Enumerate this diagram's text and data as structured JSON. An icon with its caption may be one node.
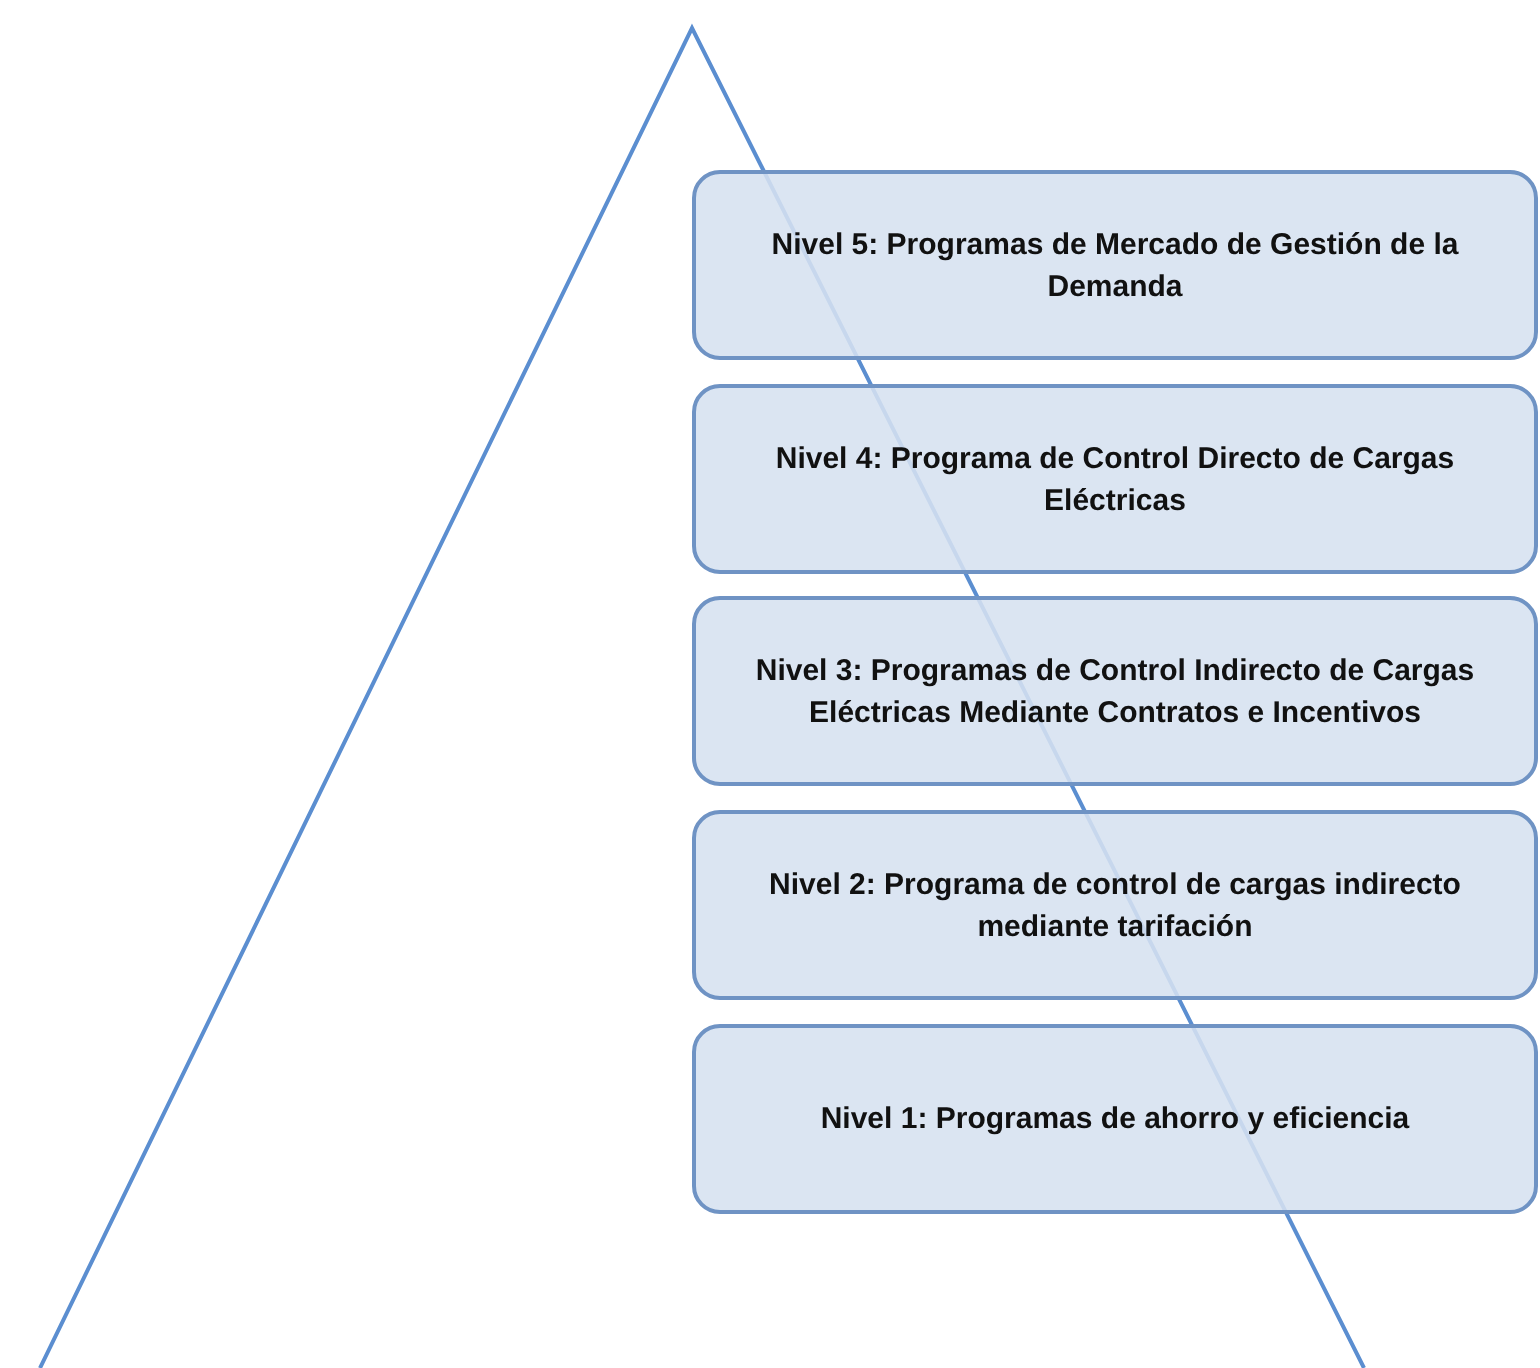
{
  "diagram": {
    "nodes": [
      {
        "text": [
          "Nivel 5: Programas de Mercado de Gestión de la Demanda"
        ]
      },
      {
        "text": [
          "Nivel 4: Programa de Control Directo de Cargas Eléctricas"
        ]
      },
      {
        "text": [
          "Nivel 3: Programas de Control Indirecto de Cargas Eléctricas Mediante Contratos e Incentivos"
        ]
      },
      {
        "text": [
          "Nivel 2: Programa de control de cargas indirecto mediante tarifación"
        ]
      },
      {
        "text": [
          "Nivel 1: Programas de ahorro y eficiencia"
        ]
      }
    ]
  }
}
